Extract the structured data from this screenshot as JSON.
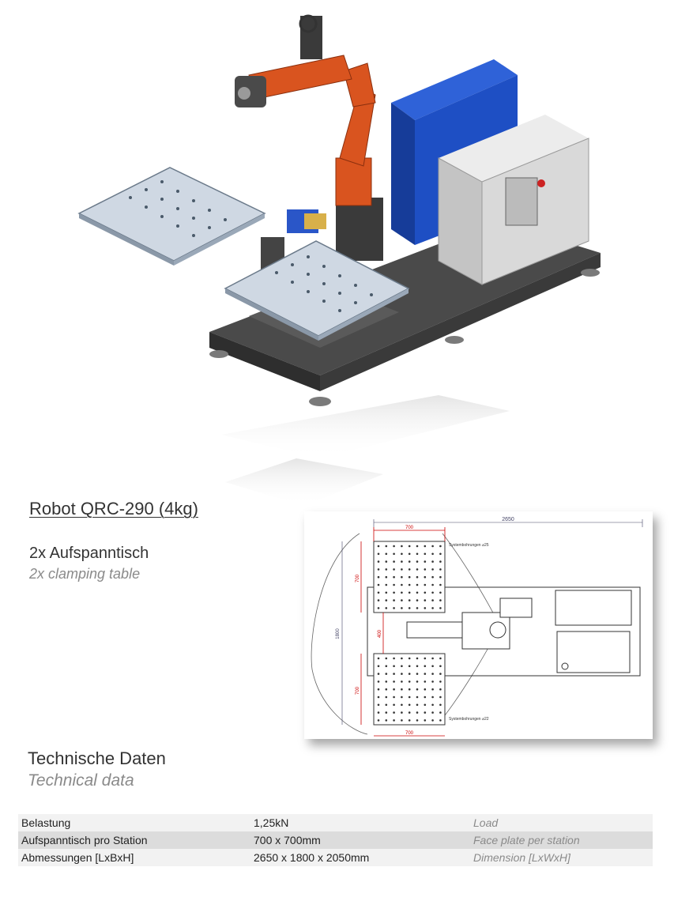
{
  "product": {
    "title": "Robot QRC-290 (4kg)"
  },
  "feature": {
    "label_de": "2x Aufspanntisch",
    "label_en": "2x clamping table"
  },
  "drawing": {
    "dim_total_width": "2650",
    "dim_table_width_top": "700",
    "dim_table_width_bottom": "700",
    "dim_height_total": "1800",
    "dim_table_height_top": "700",
    "dim_table_height_bottom": "700",
    "dim_center": "400",
    "note_top": "Systembohrungen ⌀25",
    "note_bottom": "Systembohrungen ⌀22"
  },
  "technical": {
    "heading_de": "Technische Daten",
    "heading_en": "Technical data"
  },
  "specs": [
    {
      "label_de": "Belastung",
      "value": "1,25kN",
      "label_en": "Load"
    },
    {
      "label_de": "Aufspanntisch pro Station",
      "value": "700 x 700mm",
      "label_en": "Face plate per station"
    },
    {
      "label_de": "Abmessungen [LxBxH]",
      "value": "2650 x 1800 x 2050mm",
      "label_en": "Dimension [LxWxH]"
    }
  ],
  "colors": {
    "robot_orange": "#d9541f",
    "controller_blue": "#1e4fc4",
    "cabinet_grey": "#d9d9d9",
    "frame_dark": "#3c3c3c",
    "table_plate": "#cfd8e3",
    "dimension_red": "#cc0000"
  }
}
